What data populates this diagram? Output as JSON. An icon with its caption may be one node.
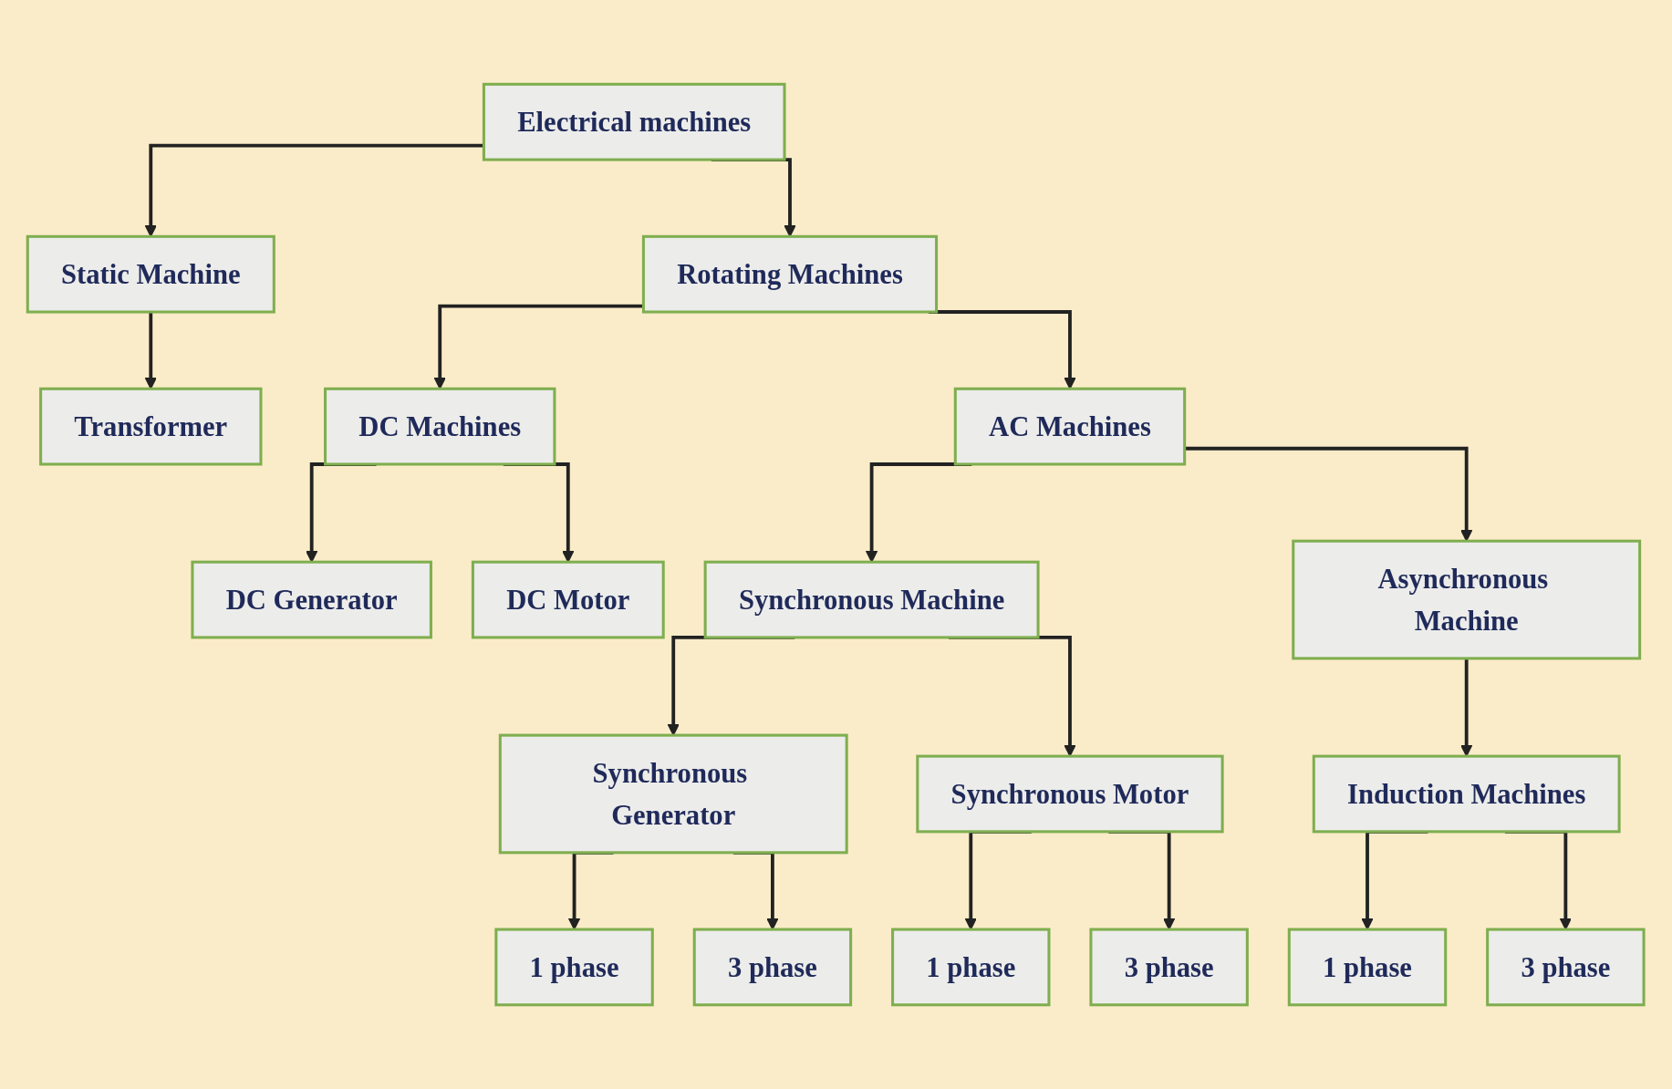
{
  "diagram": {
    "nodes": [
      {
        "text": [
          "Electrical machines"
        ]
      },
      {
        "text": [
          "Static Machine"
        ]
      },
      {
        "text": [
          "Rotating Machines"
        ]
      },
      {
        "text": [
          "Transformer"
        ]
      },
      {
        "text": [
          "DC Machines"
        ]
      },
      {
        "text": [
          "AC Machines"
        ]
      },
      {
        "text": [
          "DC Generator"
        ]
      },
      {
        "text": [
          "DC Motor"
        ]
      },
      {
        "text": [
          "Synchronous Machine"
        ]
      },
      {
        "text": [
          "Asynchronous Machine"
        ]
      },
      {
        "text": [
          "Synchronous Generator"
        ]
      },
      {
        "text": [
          "Synchronous Motor"
        ]
      },
      {
        "text": [
          "Induction Machines"
        ]
      },
      {
        "text": [
          "1 phase"
        ]
      },
      {
        "text": [
          "3 phase"
        ]
      },
      {
        "text": [
          "1 phase"
        ]
      },
      {
        "text": [
          "3 phase"
        ]
      },
      {
        "text": [
          "1 phase"
        ]
      },
      {
        "text": [
          "3 phase"
        ]
      }
    ],
    "edges": [
      {
        "from": 0,
        "to": 1,
        "arrow": "to"
      },
      {
        "from": 0,
        "to": 2,
        "arrow": "to"
      },
      {
        "from": 1,
        "to": 3,
        "arrow": "to"
      },
      {
        "from": 2,
        "to": 4,
        "arrow": "to"
      },
      {
        "from": 2,
        "to": 5,
        "arrow": "to"
      },
      {
        "from": 4,
        "to": 6,
        "arrow": "to"
      },
      {
        "from": 4,
        "to": 7,
        "arrow": "to"
      },
      {
        "from": 5,
        "to": 8,
        "arrow": "to"
      },
      {
        "from": 5,
        "to": 9,
        "arrow": "to"
      },
      {
        "from": 8,
        "to": 10,
        "arrow": "to"
      },
      {
        "from": 8,
        "to": 11,
        "arrow": "to"
      },
      {
        "from": 9,
        "to": 12,
        "arrow": "to"
      },
      {
        "from": 10,
        "to": 13,
        "arrow": "to"
      },
      {
        "from": 10,
        "to": 14,
        "arrow": "to"
      },
      {
        "from": 11,
        "to": 15,
        "arrow": "to"
      },
      {
        "from": 11,
        "to": 16,
        "arrow": "to"
      },
      {
        "from": 12,
        "to": 17,
        "arrow": "to"
      },
      {
        "from": 12,
        "to": 18,
        "arrow": "to"
      }
    ]
  }
}
